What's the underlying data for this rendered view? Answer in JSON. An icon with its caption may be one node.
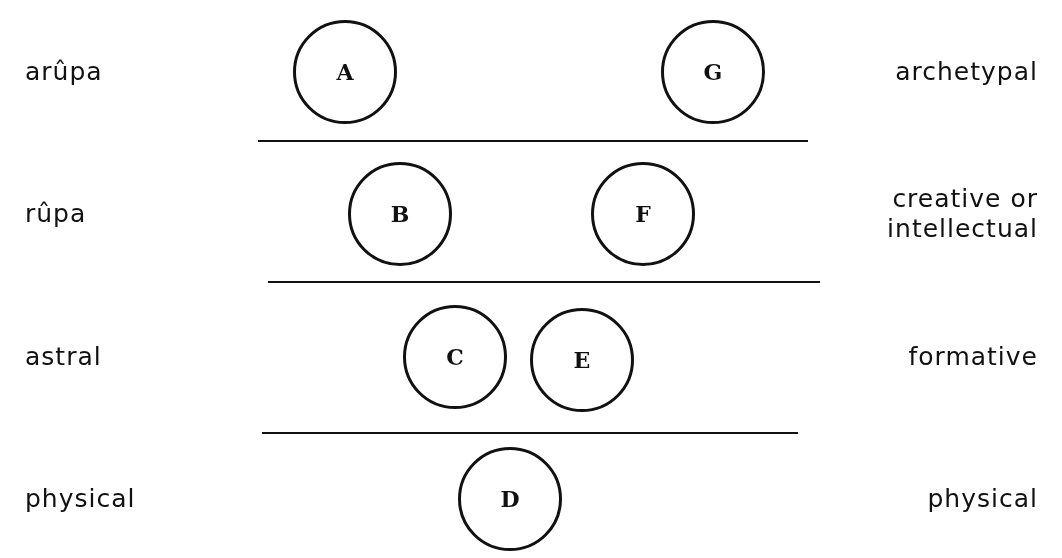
{
  "diagram": {
    "nodes": [
      {
        "text": [
          "A"
        ]
      },
      {
        "text": [
          "G"
        ]
      },
      {
        "text": [
          "B"
        ]
      },
      {
        "text": [
          "F"
        ]
      },
      {
        "text": [
          "C"
        ]
      },
      {
        "text": [
          "E"
        ]
      },
      {
        "text": [
          "D"
        ]
      }
    ],
    "labels": [
      "arûpa",
      "archetypal",
      "rûpa",
      "creative or intellectual",
      "astral",
      "formative",
      "physical",
      "physical"
    ]
  }
}
